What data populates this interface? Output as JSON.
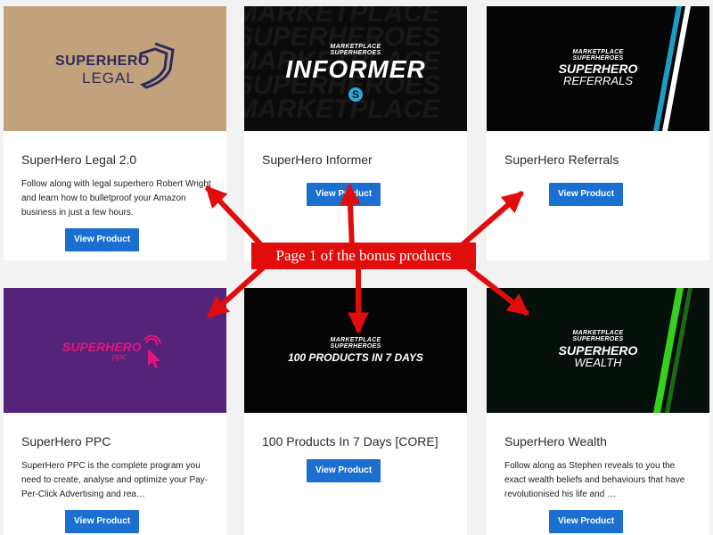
{
  "products": [
    {
      "thumb_type": "legal",
      "thumb_line1": "SUPERHERO",
      "thumb_line2": "LEGAL",
      "title": "SuperHero Legal 2.0",
      "description": "Follow along with legal superhero Robert Wright and learn how to bulletproof your Amazon business in just a few hours.",
      "button": "View Product"
    },
    {
      "thumb_type": "informer",
      "thumb_small": "MARKETPLACE SUPERHEROES",
      "thumb_big": "INFORMER",
      "bg_word_a": "MARKETPLACE",
      "bg_word_b": "SUPERHEROES",
      "title": "SuperHero Informer",
      "description": "",
      "button": "View Product"
    },
    {
      "thumb_type": "referrals",
      "thumb_small": "MARKETPLACE SUPERHEROES",
      "thumb_line1": "SUPERHERO",
      "thumb_line2": "REFERRALS",
      "title": "SuperHero Referrals",
      "description": "",
      "button": "View Product"
    },
    {
      "thumb_type": "ppc",
      "thumb_line1": "SUPERHERO",
      "thumb_line2": "ppc",
      "title": "SuperHero PPC",
      "description": "SuperHero PPC is the complete program you need to create, analyse and optimize your Pay-Per-Click Advertising and rea…",
      "button": "View Product"
    },
    {
      "thumb_type": "100products",
      "thumb_small": "MARKETPLACE SUPERHEROES",
      "thumb_big": "100 PRODUCTS IN 7 DAYS",
      "title": "100 Products In 7 Days [CORE]",
      "description": "",
      "button": "View Product"
    },
    {
      "thumb_type": "wealth",
      "thumb_small": "MARKETPLACE SUPERHEROES",
      "thumb_line1": "SUPERHERO",
      "thumb_line2": "WEALTH",
      "title": "SuperHero Wealth",
      "description": "Follow along as Stephen reveals to you the exact wealth beliefs and behaviours that have revolutionised his life and …",
      "button": "View Product"
    }
  ],
  "annotation": {
    "text": "Page 1 of the bonus products"
  },
  "colors": {
    "button": "#1a6fd1",
    "legal_bg": "#c1a27d",
    "legal_ink": "#2e2a5e",
    "ppc_bg": "#55237a",
    "ppc_pink": "#e3167d",
    "referrals_stripe_blue": "#1e9bc4",
    "wealth_stripe_green": "#36d11e",
    "informer_logo_blue": "#2aa7d6",
    "arrow_red": "#e10c0c"
  }
}
